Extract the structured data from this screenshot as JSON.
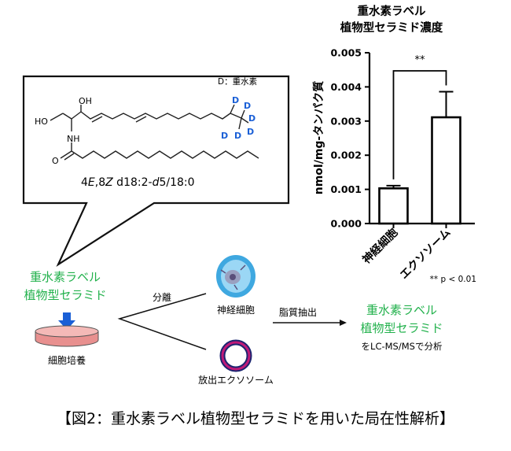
{
  "chart_data": {
    "type": "bar",
    "title_lines": [
      "重水素ラベル",
      "植物型セラミド濃度"
    ],
    "ylabel": "nmol/mg-タンパク質",
    "categories": [
      "神経細胞",
      "エクソソーム"
    ],
    "values": [
      0.00103,
      0.00311
    ],
    "errors": [
      8e-05,
      0.00075
    ],
    "ylim": [
      0,
      0.005
    ],
    "yticks": [
      "0.000",
      "0.001",
      "0.002",
      "0.003",
      "0.004",
      "0.005"
    ],
    "significance": "**",
    "footnote": "** p < 0.01",
    "bar_color": "#ffffff",
    "edge_color": "#000000"
  },
  "structure": {
    "legend": "D：重水素",
    "name_parts": [
      "4",
      "E",
      ",8",
      "Z",
      " d18:2-",
      "d",
      "5/18:0"
    ],
    "atoms": {
      "oh": "OH",
      "ho": "HO",
      "nh": "NH",
      "o": "O",
      "d": "D"
    }
  },
  "flow": {
    "source_line1": "重水素ラベル",
    "source_line2": "植物型セラミド",
    "culture_label": "細胞培養",
    "separation_label": "分離",
    "neuron_label": "神経細胞",
    "exosome_label": "放出エクソソーム",
    "extraction_label": "脂質抽出",
    "result_line1": "重水素ラベル",
    "result_line2": "植物型セラミド",
    "result_line3": "をLC-MS/MSで分析"
  },
  "caption": "【図2：重水素ラベル植物型セラミドを用いた局在性解析】",
  "colors": {
    "green": "#22b14c",
    "blue": "#1a5fd6",
    "dish": "#e8908f",
    "exosome_ring": "#c01a78"
  }
}
